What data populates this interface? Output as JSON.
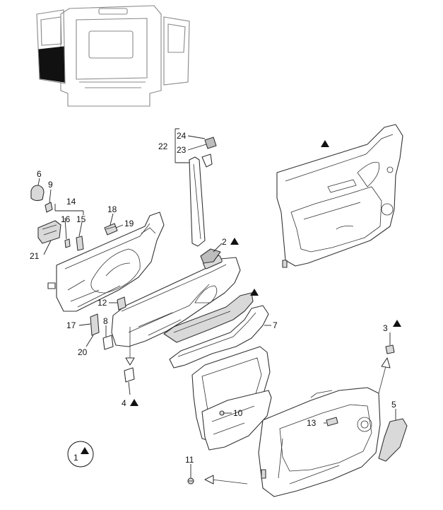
{
  "callouts": [
    {
      "id": "c1",
      "number": "1",
      "marker": "triangle"
    },
    {
      "id": "c2",
      "number": "2",
      "marker": "triangle"
    },
    {
      "id": "c3",
      "number": "3",
      "marker": "triangle"
    },
    {
      "id": "c4",
      "number": "4",
      "marker": "triangle"
    },
    {
      "id": "c5",
      "number": "5"
    },
    {
      "id": "c6",
      "number": "6"
    },
    {
      "id": "c7",
      "number": "7"
    },
    {
      "id": "c8",
      "number": "8"
    },
    {
      "id": "c9",
      "number": "9"
    },
    {
      "id": "c10",
      "number": "10"
    },
    {
      "id": "c11",
      "number": "11"
    },
    {
      "id": "c12",
      "number": "12"
    },
    {
      "id": "c13",
      "number": "13"
    },
    {
      "id": "c14",
      "number": "14"
    },
    {
      "id": "c15",
      "number": "15"
    },
    {
      "id": "c16",
      "number": "16"
    },
    {
      "id": "c17",
      "number": "17"
    },
    {
      "id": "c18",
      "number": "18"
    },
    {
      "id": "c19",
      "number": "19"
    },
    {
      "id": "c20",
      "number": "20"
    },
    {
      "id": "c21",
      "number": "21"
    },
    {
      "id": "c22",
      "number": "22"
    },
    {
      "id": "c23",
      "number": "23"
    },
    {
      "id": "c24",
      "number": "24"
    }
  ],
  "marker_legend": {
    "marker": "triangle",
    "color": "#111111"
  },
  "colors": {
    "line": "#333333",
    "fill": "#ffffff",
    "shade": "#d9d9d9",
    "highlight": "#111111"
  }
}
